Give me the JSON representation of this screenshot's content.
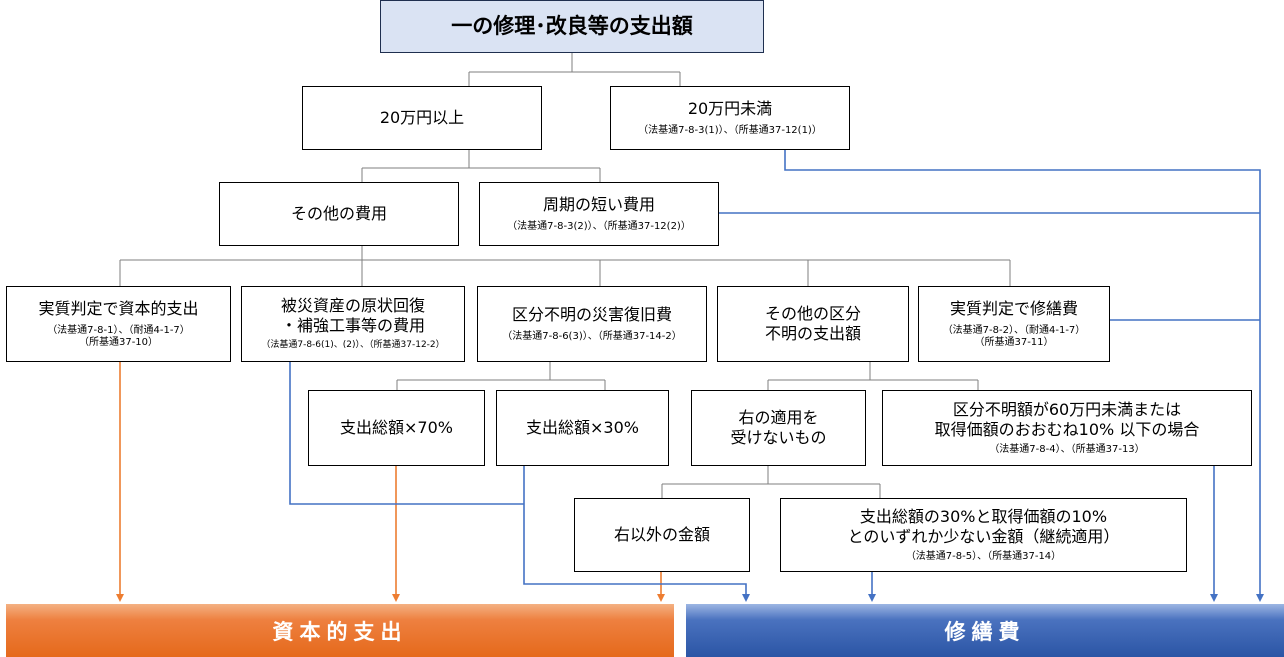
{
  "root": {
    "title": "一の修理･改良等の支出額"
  },
  "level1": {
    "over": {
      "label": "20万円以上"
    },
    "under": {
      "label": "20万円未満",
      "ref": "（法基通7-8-3(1)）、（所基通37-12(1)）"
    }
  },
  "level2": {
    "other": {
      "label": "その他の費用"
    },
    "periodic": {
      "label": "周期の短い費用",
      "ref": "（法基通7-8-3(2)）、（所基通37-12(2)）"
    }
  },
  "level3": {
    "capital_judgment": {
      "label": "実質判定で資本的支出",
      "ref1": "（法基通7-8-1）、（耐通4-1-7）",
      "ref2": "（所基通37-10）"
    },
    "disaster_restore": {
      "label1": "被災資産の原状回復",
      "label2": "・補強工事等の費用",
      "ref": "（法基通7-8-6(1)、(2)）、（所基通37-12-2）"
    },
    "disaster_unknown": {
      "label": "区分不明の災害復旧費",
      "ref": "（法基通7-8-6(3)）、（所基通37-14-2）"
    },
    "other_unknown": {
      "label1": "その他の区分",
      "label2": "不明の支出額"
    },
    "repair_judgment": {
      "label": "実質判定で修繕費",
      "ref1": "（法基通7-8-2）、（耐通4-1-7）",
      "ref2": "（所基通37-11）"
    }
  },
  "level4": {
    "pct70": {
      "label": "支出総額×70%"
    },
    "pct30": {
      "label": "支出総額×30%"
    },
    "not_applied": {
      "label1": "右の適用を",
      "label2": "受けないもの"
    },
    "under600k": {
      "label1": "区分不明額が60万円未満または",
      "label2": "取得価額のおおむね10% 以下の場合",
      "ref": "（法基通7-8-4）、（所基通37-13）"
    }
  },
  "level5": {
    "other_amount": {
      "label": "右以外の金額"
    },
    "lesser": {
      "label1": "支出総額の30%と取得価額の10%",
      "label2": "とのいずれか少ない金額（継続適用）",
      "ref": "（法基通7-8-5）、（所基通37-14）"
    }
  },
  "outcomes": {
    "capital": "資本的支出",
    "repair": "修繕費"
  },
  "colors": {
    "orange_arrow": "#ed7d31",
    "blue_arrow": "#4472c4",
    "connector": "#7f7f7f"
  }
}
